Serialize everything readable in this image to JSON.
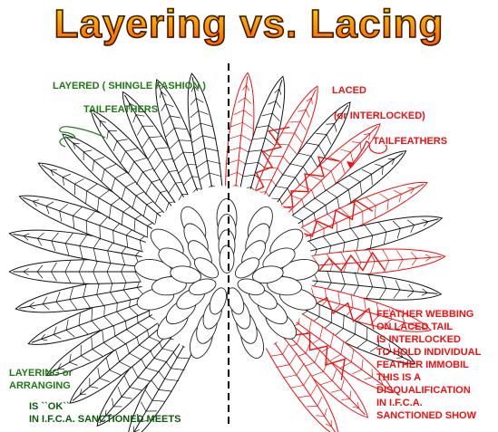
{
  "title": "Layering vs. Lacing",
  "left_side": {
    "heading": "LAYERED ( SHINGLE FASHION )",
    "tailfeathers": "TAILFEATHERS",
    "note_line1": "LAYERING or",
    "note_line2": "ARRANGING",
    "status_line1": "IS ``OK``",
    "status_line2": "IN I.F.C.A. SANCTIONED MEETS",
    "color": "#1f7a16"
  },
  "right_side": {
    "heading": "LACED",
    "subheading": "(or INTERLOCKED)",
    "tailfeathers": "TAILFEATHERS",
    "note_lines": [
      "FEATHER WEBBING",
      "ON LACED TAIL",
      "IS INTERLOCKED",
      "TO HOLD INDIVIDUAL",
      "FEATHER IMMOBIL",
      "THIS IS A",
      "DISQUALIFICATION",
      "IN I.F.C.A.",
      "SANCTIONED SHOW"
    ],
    "color": "#ee1111"
  },
  "divider": "dashed vertical center line"
}
